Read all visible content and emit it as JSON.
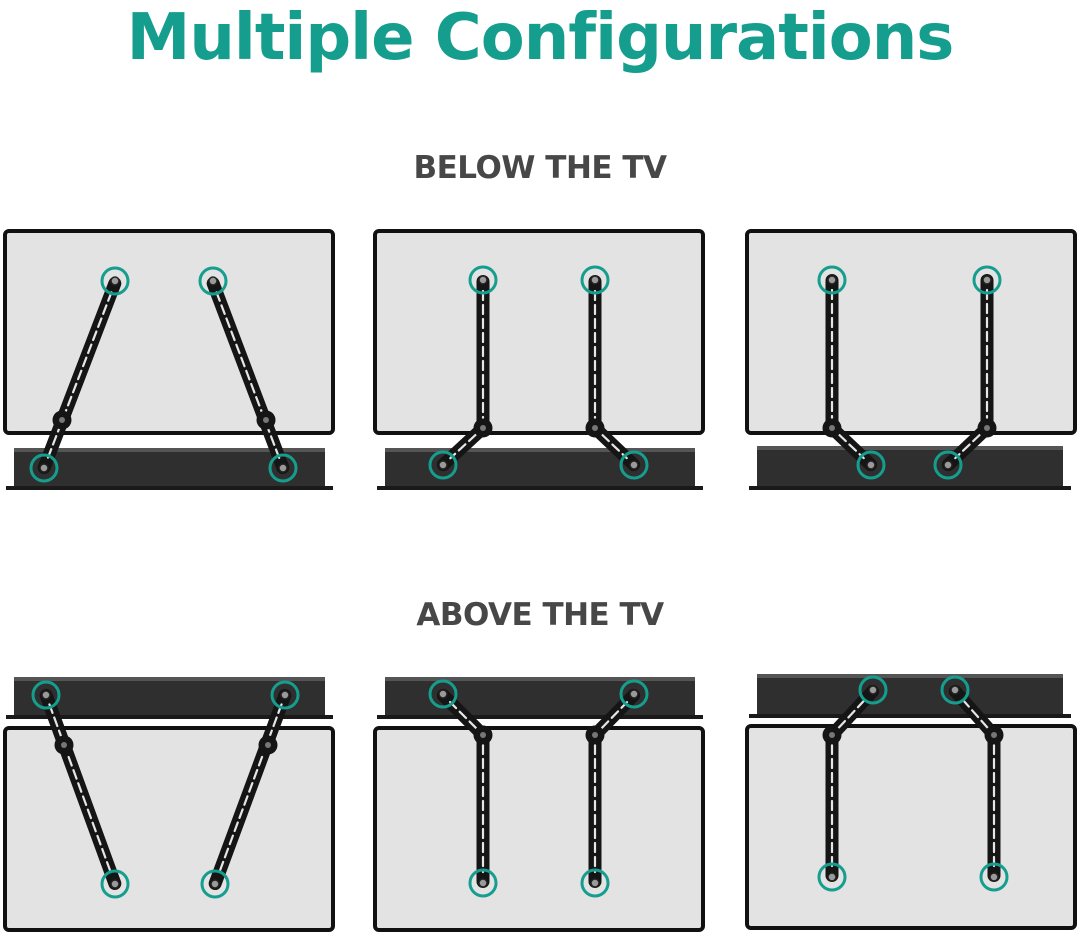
{
  "title": "Multiple Configurations",
  "sections": [
    {
      "heading": "BELOW THE TV"
    },
    {
      "heading": "ABOVE THE TV"
    }
  ],
  "colors": {
    "accent": "#159e8e",
    "tv_screen": "#e3e3e3",
    "tv_frame": "#111111",
    "soundbar": "#2f2f2f",
    "bracket": "#151515"
  },
  "icons": {
    "mounting_point": "teal-ring-icon"
  }
}
